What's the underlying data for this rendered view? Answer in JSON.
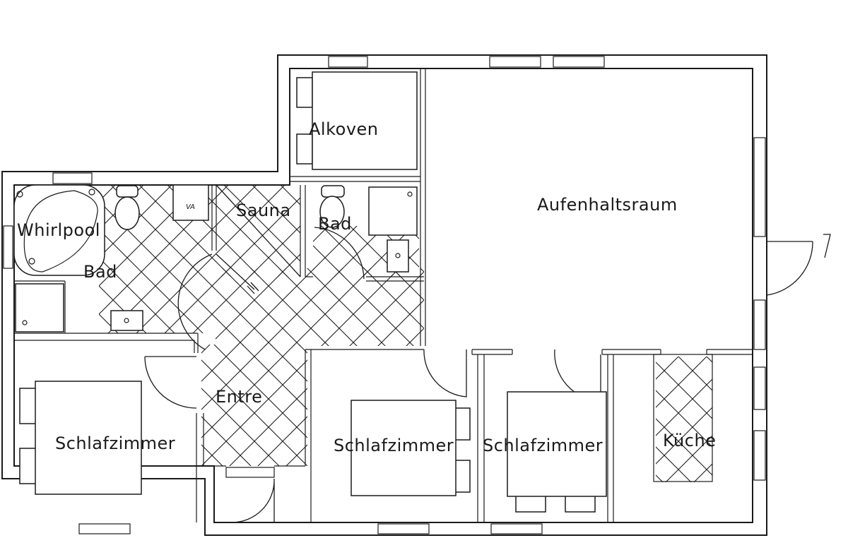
{
  "rooms": {
    "alkoven": "Alkoven",
    "aufenthaltsraum": "Aufenhaltsraum",
    "sauna": "Sauna",
    "bad_small": "Bad",
    "whirlpool": "Whirlpool",
    "bad_main": "Bad",
    "entre": "Entre",
    "schlafzimmer_left": "Schlafzimmer",
    "schlafzimmer_middle": "Schlafzimmer",
    "schlafzimmer_right": "Schlafzimmer",
    "kueche": "Küche"
  },
  "fixtures": {
    "va": "VA"
  }
}
